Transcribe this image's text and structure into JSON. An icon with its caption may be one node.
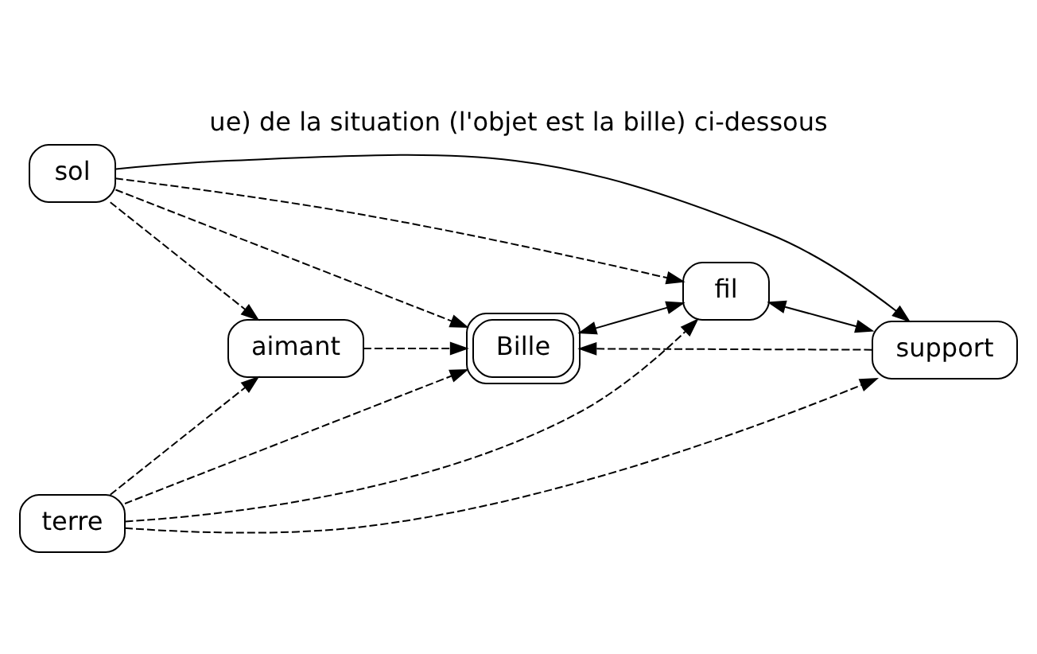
{
  "diagram": {
    "title": "ue) de la situation (l'objet est la bille) ci-dessous",
    "nodes": [
      {
        "text": [
          "aimant"
        ]
      },
      {
        "text": [
          "fil"
        ]
      },
      {
        "text": [
          "sol"
        ]
      },
      {
        "text": [
          "Bille"
        ]
      },
      {
        "text": [
          "support"
        ]
      },
      {
        "text": [
          "terre"
        ]
      }
    ],
    "edges": [
      {
        "from": 2,
        "to": 0,
        "arrow": "to",
        "style": "dashed"
      },
      {
        "from": 2,
        "to": 1,
        "arrow": "to",
        "style": "dashed"
      },
      {
        "from": 0,
        "to": 3,
        "arrow": "to",
        "style": "dashed"
      },
      {
        "from": 5,
        "to": 0,
        "arrow": "to",
        "style": "dashed"
      },
      {
        "from": 2,
        "to": 3,
        "arrow": "to",
        "style": "dashed"
      },
      {
        "from": 3,
        "to": 1,
        "arrow": "both"
      },
      {
        "from": 1,
        "to": 4,
        "arrow": "both"
      },
      {
        "from": 5,
        "to": 3,
        "arrow": "to",
        "style": "dashed"
      },
      {
        "from": 5,
        "to": 1,
        "arrow": "to",
        "style": "dashed"
      },
      {
        "from": 4,
        "to": 3,
        "arrow": "to",
        "style": "dashed"
      },
      {
        "from": 5,
        "to": 4,
        "arrow": "to",
        "style": "dashed"
      },
      {
        "from": 2,
        "to": 4,
        "arrow": "to"
      }
    ]
  }
}
